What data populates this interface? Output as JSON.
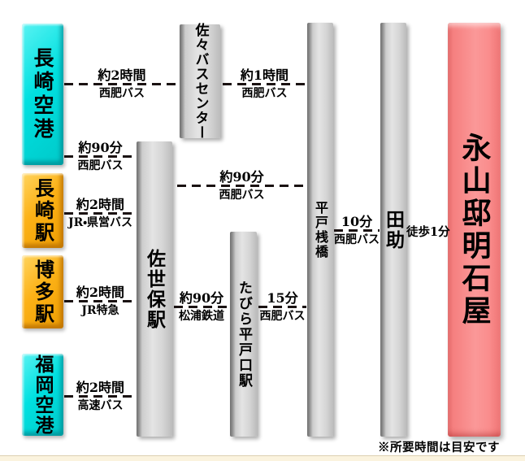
{
  "diagram": {
    "origins": [
      {
        "id": "nagasaki-airport",
        "label": "長崎空港",
        "type": "airport"
      },
      {
        "id": "nagasaki-station",
        "label": "長崎駅",
        "type": "station"
      },
      {
        "id": "hakata-station",
        "label": "博多駅",
        "type": "station"
      },
      {
        "id": "fukuoka-airport",
        "label": "福岡空港",
        "type": "airport"
      }
    ],
    "waypoints": [
      {
        "id": "sasa-bus-center",
        "label": "佐々バスセンター"
      },
      {
        "id": "sasebo-station",
        "label": "佐世保駅"
      },
      {
        "id": "tabira-hiradoguchi-station",
        "label": "たびら平戸口駅"
      },
      {
        "id": "hirado-pier",
        "label": "平戸桟橋"
      },
      {
        "id": "tasuke",
        "label": "田助"
      }
    ],
    "destination": {
      "id": "nagayama-akashiya",
      "label": "永山邸明石屋"
    },
    "routes": [
      {
        "from": "長崎空港",
        "to": "佐々バスセンター",
        "duration": "約2時間",
        "mode": "西肥バス"
      },
      {
        "from": "佐々バスセンター",
        "to": "平戸桟橋",
        "duration": "約1時間",
        "mode": "西肥バス"
      },
      {
        "from": "長崎空港",
        "to": "佐世保駅",
        "duration": "約90分",
        "mode": "西肥バス"
      },
      {
        "from": "佐世保駅",
        "to": "平戸桟橋",
        "duration": "約90分",
        "mode": "西肥バス"
      },
      {
        "from": "長崎駅",
        "to": "佐世保駅",
        "duration": "約2時間",
        "mode": "JR・県営バス"
      },
      {
        "from": "博多駅",
        "to": "佐世保駅",
        "duration": "約2時間",
        "mode": "JR特急"
      },
      {
        "from": "佐世保駅",
        "to": "たびら平戸口駅",
        "duration": "約90分",
        "mode": "松浦鉄道"
      },
      {
        "from": "たびら平戸口駅",
        "to": "平戸桟橋",
        "duration": "15分",
        "mode": "西肥バス"
      },
      {
        "from": "平戸桟橋",
        "to": "田助",
        "duration": "10分",
        "mode": "西肥バス"
      },
      {
        "from": "田助",
        "to": "永山邸明石屋",
        "duration": "徒歩1分",
        "mode": ""
      },
      {
        "from": "福岡空港",
        "to": "佐世保駅",
        "duration": "約2時間",
        "mode": "高速バス"
      }
    ],
    "footnote": "※所要時間は目安です",
    "colors": {
      "airport": "#00e0e0",
      "station": "#fcb116",
      "bar": "#d6d6d6",
      "destination": "#f98a8a",
      "dash": "#1a1212",
      "strip": "#fbf3de"
    }
  }
}
